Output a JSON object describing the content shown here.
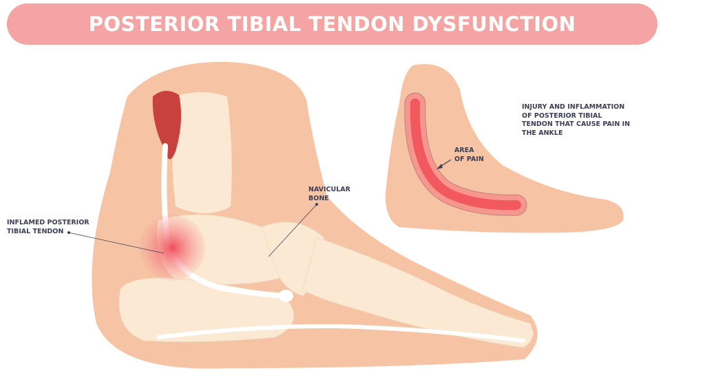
{
  "title": "POSTERIOR TIBIAL TENDON DYSFUNCTION",
  "labels": {
    "inflamed_tendon": "INFLAMED POSTERIOR\nTIBIAL TENDON",
    "navicular_bone": "NAVICULAR\nBONE",
    "area_of_pain": "AREA\nOF PAIN",
    "description": "INJURY AND INFLAMMATION\nOF POSTERIOR TIBIAL\nTENDON THAT CAUSE PAIN IN\nTHE ANKLE"
  },
  "colors": {
    "banner": "#f4a5a3",
    "skin": "#f6c4a4",
    "bone": "#fbe9d3",
    "muscle": "#c8413f",
    "pain": "#f0525a",
    "text": "#3b3f55"
  }
}
